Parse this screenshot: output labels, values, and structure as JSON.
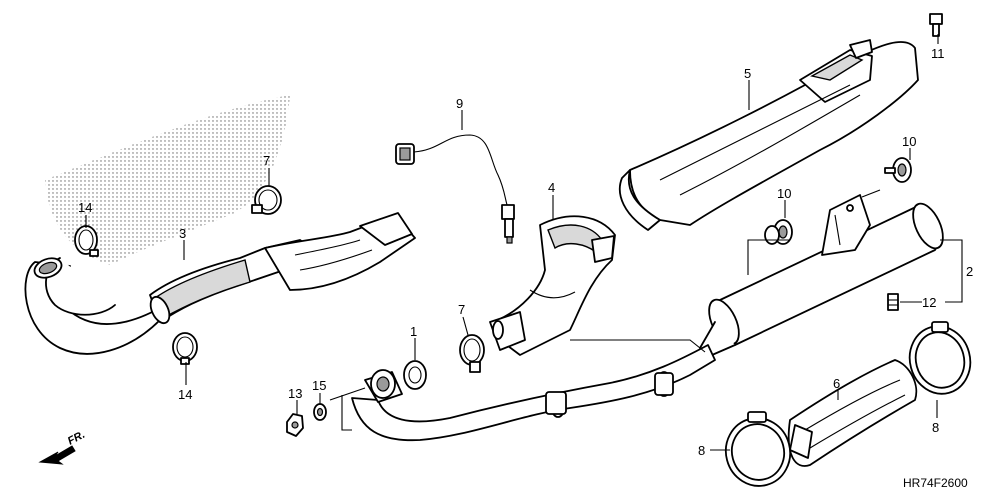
{
  "diagram": {
    "code": "HR74F2600",
    "direction_label": "FR.",
    "callouts": [
      {
        "id": "c1",
        "text": "1"
      },
      {
        "id": "c2",
        "text": "2"
      },
      {
        "id": "c3",
        "text": "3"
      },
      {
        "id": "c4",
        "text": "4"
      },
      {
        "id": "c5",
        "text": "5"
      },
      {
        "id": "c6",
        "text": "6"
      },
      {
        "id": "c7a",
        "text": "7"
      },
      {
        "id": "c7b",
        "text": "7"
      },
      {
        "id": "c8a",
        "text": "8"
      },
      {
        "id": "c8b",
        "text": "8"
      },
      {
        "id": "c9",
        "text": "9"
      },
      {
        "id": "c10a",
        "text": "10"
      },
      {
        "id": "c10b",
        "text": "10"
      },
      {
        "id": "c11",
        "text": "11"
      },
      {
        "id": "c12",
        "text": "12"
      },
      {
        "id": "c13",
        "text": "13"
      },
      {
        "id": "c14a",
        "text": "14"
      },
      {
        "id": "c14b",
        "text": "14"
      },
      {
        "id": "c15",
        "text": "15"
      }
    ]
  }
}
